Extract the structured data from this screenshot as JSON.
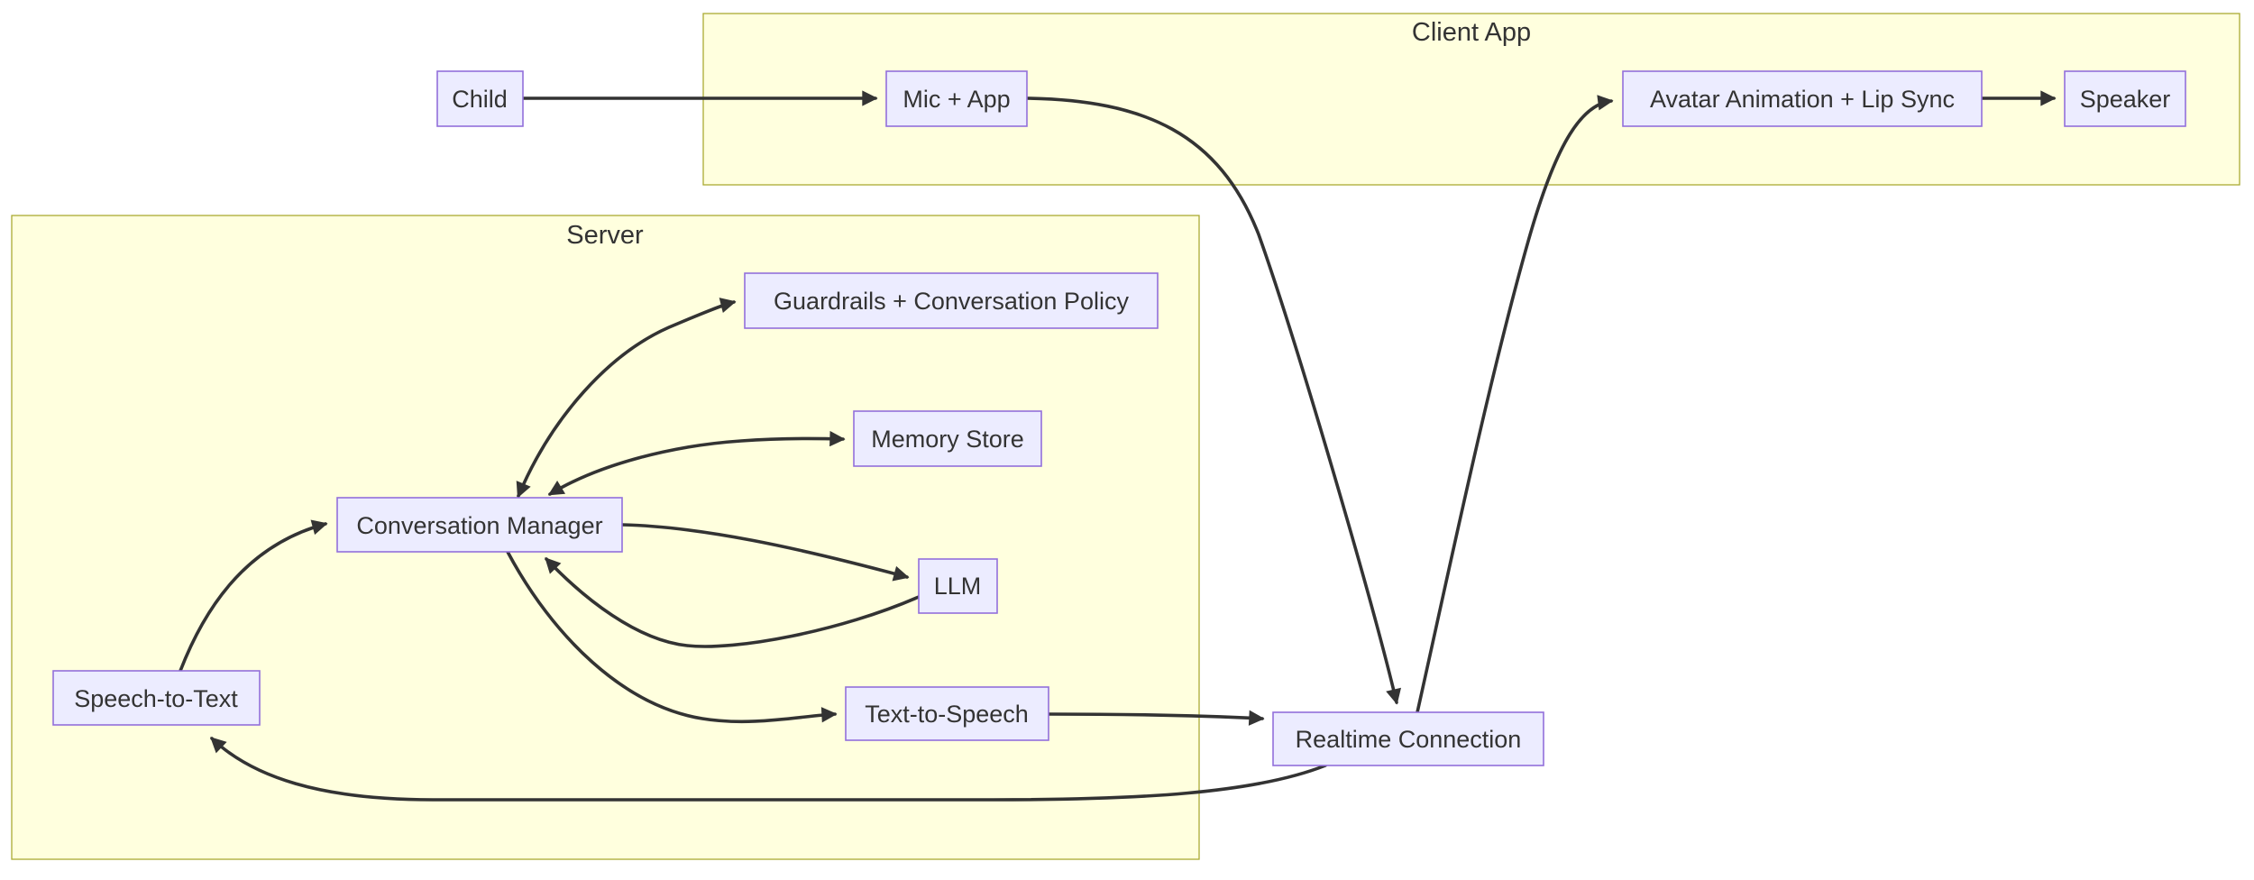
{
  "page": {
    "background": "#FFFFFF"
  },
  "diagram": {
    "type": "flowchart",
    "colors": {
      "node_fill": "#ECECFF",
      "node_border": "#9370DB",
      "container_fill": "#FFFFDE",
      "container_border": "#AAAA33",
      "edge": "#333333",
      "text": "#333333"
    },
    "containers": {
      "client_app": {
        "label": "Client App"
      },
      "server": {
        "label": "Server"
      }
    },
    "nodes": {
      "child": {
        "label": "Child"
      },
      "mic_app": {
        "label": "Mic + App"
      },
      "avatar": {
        "label": "Avatar Animation + Lip Sync"
      },
      "speaker": {
        "label": "Speaker"
      },
      "guardrails": {
        "label": "Guardrails + Conversation Policy"
      },
      "memory_store": {
        "label": "Memory Store"
      },
      "conversation_manager": {
        "label": "Conversation Manager"
      },
      "llm": {
        "label": "LLM"
      },
      "speech_to_text": {
        "label": "Speech-to-Text"
      },
      "text_to_speech": {
        "label": "Text-to-Speech"
      },
      "realtime_connection": {
        "label": "Realtime Connection"
      }
    },
    "edges": [
      {
        "from": "Child",
        "to": "Mic + App"
      },
      {
        "from": "Mic + App",
        "to": "Realtime Connection"
      },
      {
        "from": "Realtime Connection",
        "to": "Avatar Animation + Lip Sync"
      },
      {
        "from": "Avatar Animation + Lip Sync",
        "to": "Speaker"
      },
      {
        "from": "Speech-to-Text",
        "to": "Conversation Manager"
      },
      {
        "from": "Conversation Manager",
        "to": "Guardrails + Conversation Policy",
        "bidirectional": true
      },
      {
        "from": "Conversation Manager",
        "to": "Memory Store",
        "bidirectional": true
      },
      {
        "from": "Conversation Manager",
        "to": "LLM"
      },
      {
        "from": "LLM",
        "to": "Conversation Manager"
      },
      {
        "from": "Conversation Manager",
        "to": "Text-to-Speech"
      },
      {
        "from": "Text-to-Speech",
        "to": "Realtime Connection"
      },
      {
        "from": "Realtime Connection",
        "to": "Speech-to-Text"
      }
    ]
  }
}
